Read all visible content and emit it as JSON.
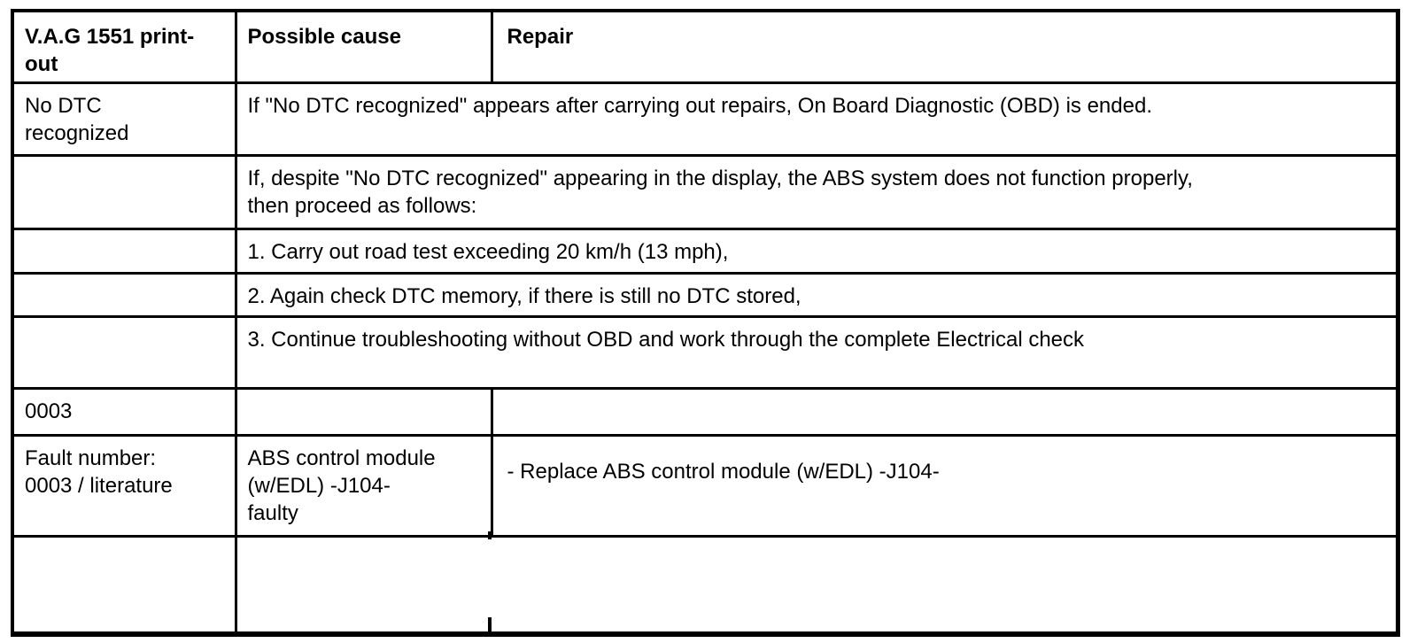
{
  "table": {
    "colors": {
      "border": "#000000",
      "background": "#ffffff",
      "text": "#000000"
    },
    "header": {
      "printout": "V.A.G 1551 print-\nout",
      "cause": "Possible cause",
      "repair": "Repair"
    },
    "rows": [
      {
        "printout": "No DTC\nrecognized",
        "note": "If \"No DTC recognized\" appears after carrying out repairs, On Board Diagnostic (OBD) is ended."
      },
      {
        "printout": "",
        "note": "If, despite \"No DTC recognized\" appearing in the display, the ABS system does not function properly,\nthen proceed as follows:"
      },
      {
        "printout": "",
        "note": "1. Carry out road test exceeding 20 km/h (13 mph),"
      },
      {
        "printout": "",
        "note": "2. Again check DTC memory, if there is still no DTC stored,"
      },
      {
        "printout": "",
        "note": "3. Continue troubleshooting without OBD and work through the complete Electrical check"
      },
      {
        "printout": "0003",
        "cause": "",
        "repair": ""
      },
      {
        "printout": "Fault number:\n0003 / literature",
        "cause": "ABS control module\n(w/EDL) -J104-\nfaulty",
        "repair": "- Replace ABS control module (w/EDL) -J104-"
      },
      {
        "printout": "",
        "cause": "",
        "repair": ""
      }
    ]
  }
}
